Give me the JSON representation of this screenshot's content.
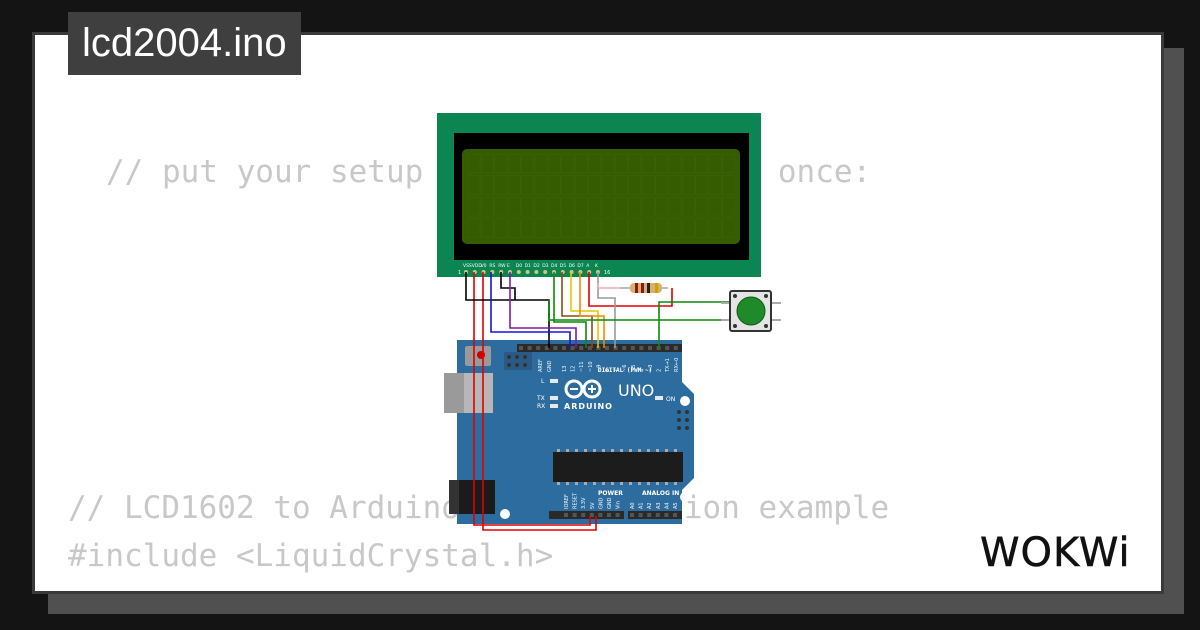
{
  "title": "lcd2004.ino",
  "code": {
    "line1": "// put your setup code here, to run once:",
    "line2": "// LCD1602 to Arduino Uno connection example",
    "line3": "#include <LiquidCrystal.h>"
  },
  "lcd": {
    "pin_labels": [
      "VSS",
      "VDD",
      "V0",
      "RS",
      "RW",
      "E",
      "D0",
      "D1",
      "D2",
      "D3",
      "D4",
      "D5",
      "D6",
      "D7",
      "A",
      "K"
    ],
    "pin_first": "1",
    "pin_last": "16"
  },
  "arduino": {
    "model": "UNO",
    "brand": "ARDUINO",
    "digital_label": "DIGITAL (PWM ~)",
    "power_label": "POWER",
    "analog_label": "ANALOG IN",
    "on_label": "ON",
    "l_label": "L",
    "tx_label": "TX",
    "rx_label": "RX",
    "aref_label": "AREF",
    "gnd_label": "GND",
    "digital_pins": [
      "13",
      "12",
      "~11",
      "~10",
      "~9",
      "8",
      "7",
      "~6",
      "~5",
      "4",
      "~3",
      "2",
      "TX→1",
      "RX←0"
    ],
    "power_pins": [
      "IOREF",
      "RESET",
      "3.3V",
      "5V",
      "GND",
      "GND",
      "Vin"
    ],
    "analog_pins": [
      "A0",
      "A1",
      "A2",
      "A3",
      "A4",
      "A5"
    ]
  },
  "logo": "WOKWi",
  "colors": {
    "lcd_board": "#0b8652",
    "lcd_screen": "#355c00",
    "arduino_board": "#2d6c9e",
    "button_cap": "#1f8a2a"
  }
}
